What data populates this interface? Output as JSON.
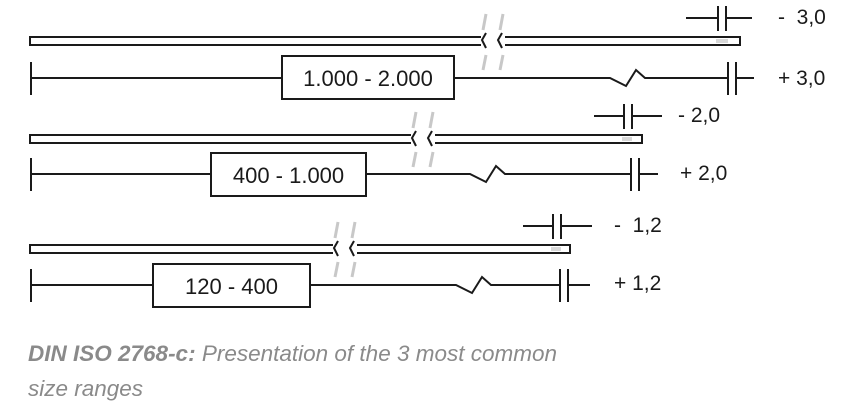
{
  "diagram": {
    "rows": [
      {
        "range": "1.000 - 2.000",
        "tolerance_minus": "-  3,0",
        "tolerance_plus": "+ 3,0"
      },
      {
        "range": "400 - 1.000",
        "tolerance_minus": "- 2,0",
        "tolerance_plus": "+ 2,0"
      },
      {
        "range": "120 - 400",
        "tolerance_minus": "-  1,2",
        "tolerance_plus": "+ 1,2"
      }
    ]
  },
  "caption": {
    "bold": "DIN ISO 2768-c:",
    "text": " Presentation of the 3 most common size ranges"
  },
  "colors": {
    "line": "#1a1a1a",
    "break_marks": "#c8c8c8",
    "caption": "#8a8a8a"
  }
}
